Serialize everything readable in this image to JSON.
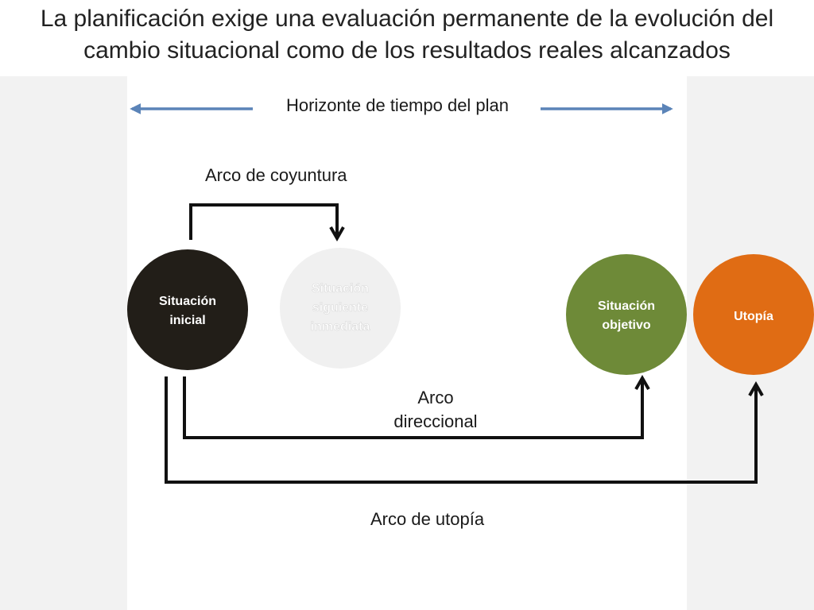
{
  "title": {
    "line1": "La planificación exige una evaluación permanente de la evolución del",
    "line2": "cambio situacional como de los resultados reales alcanzados"
  },
  "labels": {
    "horizon": "Horizonte de tiempo del plan",
    "arc_coyuntura": "Arco de coyuntura",
    "arc_direccional_1": "Arco",
    "arc_direccional_2": "direccional",
    "arc_utopia": "Arco de utopía"
  },
  "nodes": {
    "inicial": {
      "line1": "Situación",
      "line2": "inicial",
      "color": "#221e18"
    },
    "siguiente": {
      "line1": "Situación",
      "line2": "siguiente",
      "line3": "inmediata",
      "color": "#f0f0f0"
    },
    "objetivo": {
      "line1": "Situación",
      "line2": "objetivo",
      "color": "#6e8a38"
    },
    "utopia": {
      "line1": "Utopía",
      "color": "#e06c14"
    }
  },
  "colors": {
    "horizon_arrow": "#5b84b8",
    "connector": "#111111",
    "side_panel": "#f2f2f2"
  }
}
